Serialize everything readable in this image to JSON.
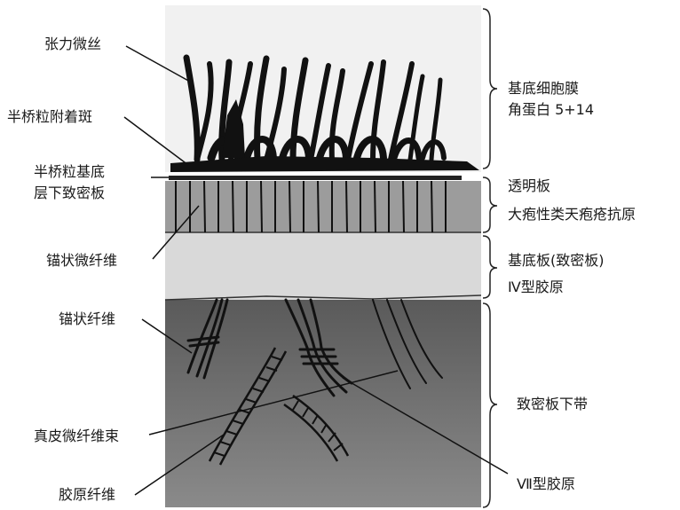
{
  "left_labels": {
    "tonofilaments": "张力微丝",
    "hemidesmosome_plaque": "半桥粒附着斑",
    "sub_basal_dense_plate_1": "半桥粒基底",
    "sub_basal_dense_plate_2": "层下致密板",
    "anchoring_filaments": "锚状微纤维",
    "anchoring_fibrils": "锚状纤维",
    "dermal_microfibril_bundle": "真皮微纤维束",
    "collagen_fibers": "胶原纤维"
  },
  "right_labels": {
    "basal_cell_membrane": "基底细胞膜",
    "keratin": "角蛋白 5+14",
    "lamina_lucida": "透明板",
    "bullous_pemphigoid_antigen": "大疱性类天疱疮抗原",
    "lamina_densa": "基底板(致密板)",
    "type_iv_collagen": "Ⅳ型胶原",
    "sublamina_densa": "致密板下带",
    "type_vii_collagen": "Ⅶ型胶原"
  }
}
